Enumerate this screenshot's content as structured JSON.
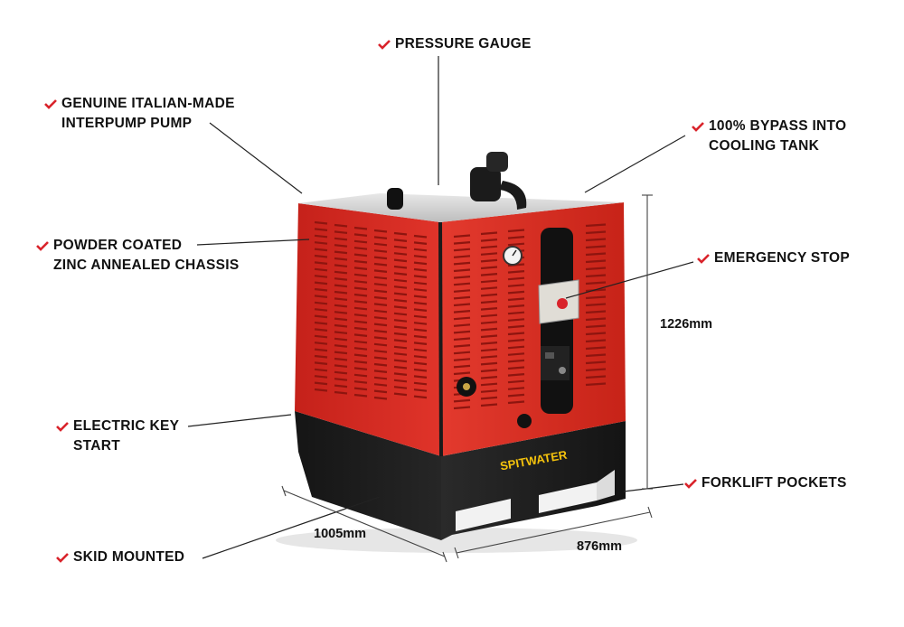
{
  "brand": {
    "logo_text": "SPITWATER",
    "accent_color": "#d9232b",
    "check_color": "#d9232b"
  },
  "callouts": {
    "pressure_gauge": [
      "PRESSURE GAUGE"
    ],
    "interpump": [
      "GENUINE ITALIAN-MADE",
      "INTERPUMP PUMP"
    ],
    "bypass": [
      "100% BYPASS INTO",
      "COOLING TANK"
    ],
    "chassis": [
      "POWDER COATED",
      "ZINC ANNEALED CHASSIS"
    ],
    "emergency_stop": [
      "EMERGENCY STOP"
    ],
    "electric_key": [
      "ELECTRIC KEY",
      "START"
    ],
    "forklift": [
      "FORKLIFT POCKETS"
    ],
    "skid": [
      "SKID MOUNTED"
    ]
  },
  "dimensions": {
    "height": "1226mm",
    "length": "1005mm",
    "width": "876mm"
  },
  "product": {
    "body_color": "#d42a1e",
    "base_color": "#1a1a1a",
    "icon": "check-icon"
  }
}
